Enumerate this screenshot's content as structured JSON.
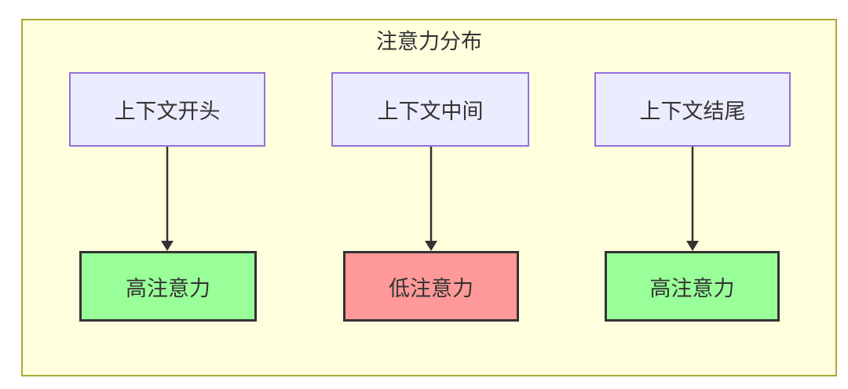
{
  "diagram": {
    "title": "注意力分布",
    "top_nodes": [
      {
        "label": "上下文开头"
      },
      {
        "label": "上下文中间"
      },
      {
        "label": "上下文结尾"
      }
    ],
    "bottom_nodes": [
      {
        "label": "高注意力",
        "level": "high"
      },
      {
        "label": "低注意力",
        "level": "low"
      },
      {
        "label": "高注意力",
        "level": "high"
      }
    ],
    "edges": [
      {
        "from": "上下文开头",
        "to": "高注意力"
      },
      {
        "from": "上下文中间",
        "to": "低注意力"
      },
      {
        "from": "上下文结尾",
        "to": "高注意力"
      }
    ],
    "colors": {
      "container_fill": "#ffffde",
      "container_border": "#aaaa33",
      "context_node_fill": "#ececff",
      "context_node_border": "#9370db",
      "high_attention_fill": "#99ff99",
      "low_attention_fill": "#ff9999",
      "attention_node_border": "#333333",
      "arrow": "#333333",
      "text": "#333333"
    }
  }
}
